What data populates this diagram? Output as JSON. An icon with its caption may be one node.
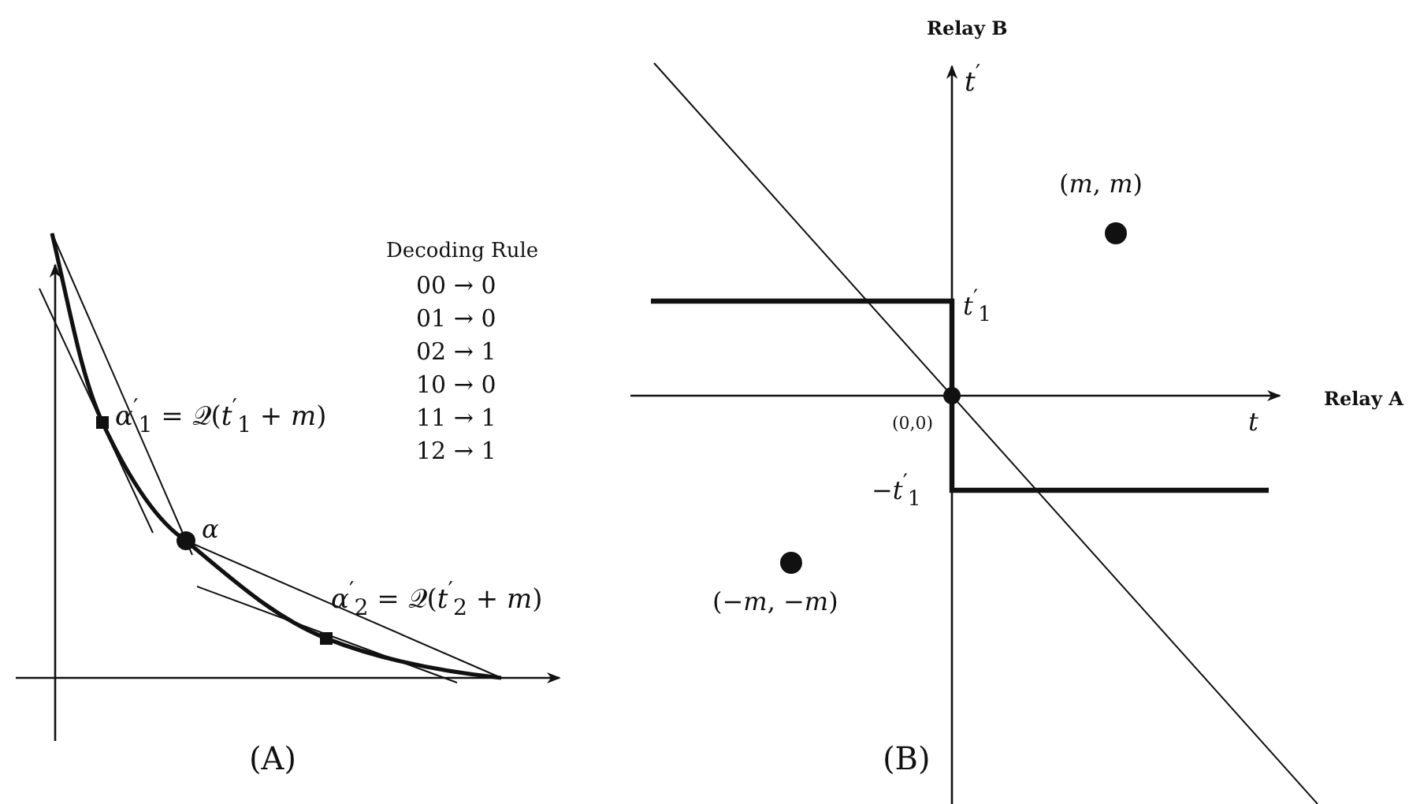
{
  "diagram": {
    "labels": [
      "Relay B",
      "*t*$^{′}$",
      "(*m*, *m*)",
      "Decoding Rule",
      "00 → 0",
      "01 → 0",
      "02 → 1",
      "10 → 0",
      "11 → 1",
      "12 → 1",
      "*t*$^{′}$$_{1}$",
      "*α*$^{′}$$_{1}$ = 𝒬(*t*$^{′}$$_{1}$ + *m*)",
      "(0,0)",
      "*t*",
      "Relay A",
      "−*t*$^{′}$$_{1}$",
      "*α*",
      "(−*m*, −*m*)",
      "*α*$^{′}$$_{2}$ = 𝒬(*t*$^{′}$$_{2}$ + *m*)",
      "(A)",
      "(B)"
    ]
  }
}
